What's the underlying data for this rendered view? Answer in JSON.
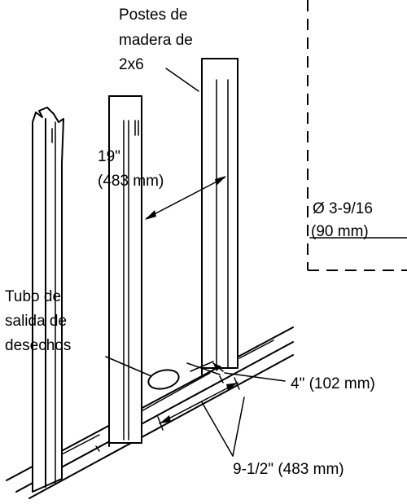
{
  "labels": {
    "studs": [
      "Postes de",
      "madera de",
      "2x6"
    ],
    "stud_spacing": [
      "19\"",
      "(483 mm)"
    ],
    "drain": [
      "Tubo de",
      "salida de",
      "desechos"
    ],
    "offset_from_wall": "4\" (102 mm)",
    "half_spacing": "9-1/2\" (483 mm)",
    "diameter": [
      "Ø 3-9/16",
      "(90 mm)"
    ]
  }
}
